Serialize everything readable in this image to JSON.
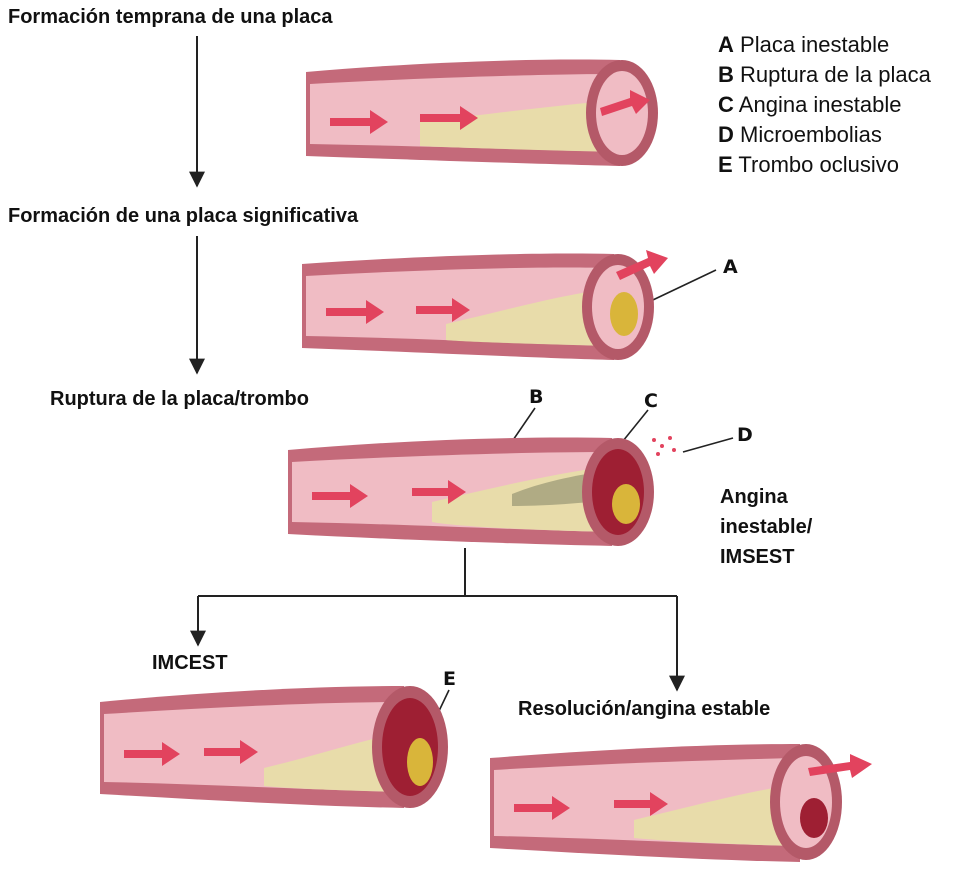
{
  "stages": {
    "early": "Formación temprana de una placa",
    "significant": "Formación de una placa significativa",
    "rupture": "Ruptura de la placa/trombo",
    "imcest": "IMCEST",
    "resolution": "Resolución/angina estable"
  },
  "unstable_outcome": [
    "Angina",
    "inestable/",
    "IMSEST"
  ],
  "legend": [
    {
      "letter": "A",
      "text": "Placa inestable"
    },
    {
      "letter": "B",
      "text": "Ruptura de la placa"
    },
    {
      "letter": "C",
      "text": "Angina inestable"
    },
    {
      "letter": "D",
      "text": "Microembolias"
    },
    {
      "letter": "E",
      "text": "Trombo oclusivo"
    }
  ],
  "callouts": {
    "a": "A",
    "b": "B",
    "c": "C",
    "d": "D",
    "e": "E"
  },
  "colors": {
    "vessel_wall": "#c46a7a",
    "vessel_inner": "#f0bcc4",
    "plaque": "#e8dcaa",
    "plaque_core": "#d9b53a",
    "thrombus": "#9e1f33",
    "flow_arrow": "#e2435e"
  }
}
